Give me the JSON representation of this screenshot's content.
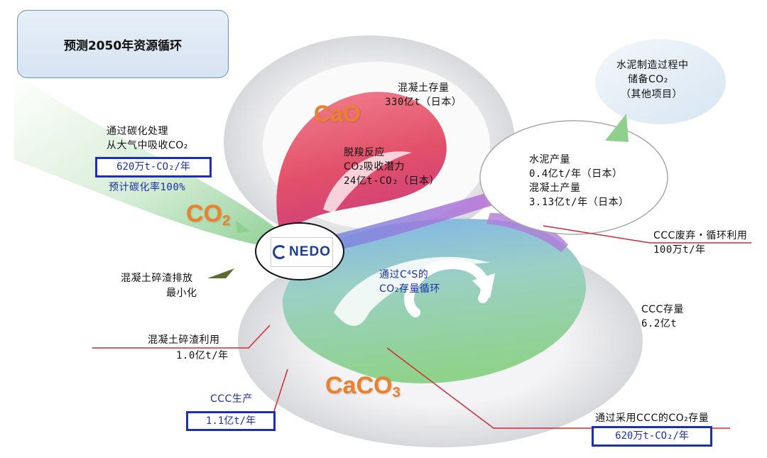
{
  "title": "预测2050年资源循环",
  "labels": {
    "cao": "CaO",
    "co2_big_main": "CO",
    "co2_big_sub": "2",
    "caco3_big_main": "CaCO",
    "caco3_big_sub": "3",
    "nedo": "NEDO"
  },
  "concrete_stock": {
    "line1": "混凝土存量",
    "line2": "330亿t（日本）"
  },
  "decarb": {
    "line1": "脱羧反应",
    "line2": "CO₂吸收潜力",
    "line3": "24亿t-CO₂（日本）"
  },
  "cement_storage": {
    "line1": "水泥制造过程中",
    "line2": "储备CO₂",
    "line3": "（其他项目）"
  },
  "production": {
    "line1": "水泥产量",
    "line2": "0.4亿t/年（日本）",
    "line3": "混凝土产量",
    "line4": "3.13亿t/年（日本）"
  },
  "carbonation": {
    "line1": "通过碳化处理",
    "line2": "从大气中吸收CO₂",
    "box": "620万t-CO₂/年",
    "rate": "预计碳化率100%"
  },
  "ccc_disposal": {
    "line1": "CCC废弃・循环利用",
    "line2": "100万t/年"
  },
  "debris_min": {
    "line1": "混凝土碎渣排放",
    "line2": "最小化"
  },
  "c4s_cycle": {
    "line1": "通过C⁴S的",
    "line2": "CO₂存量循环"
  },
  "ccc_stock": {
    "line1": "CCC存量",
    "line2": "6.2亿t"
  },
  "debris_use": {
    "line1": "混凝土碎渣利用",
    "line2": "1.0亿t/年"
  },
  "ccc_production": {
    "label": "CCC生产",
    "box": "1.1亿t/年"
  },
  "ccc_storage": {
    "label": "通过采用CCC的CO₂存量",
    "box": "620万t-CO₂/年"
  },
  "colors": {
    "orange": "#e8822e",
    "blue_box": "#1e2fb4",
    "red_line": "#cc2b36",
    "pink": "#e8566c",
    "green": "#8fd18f",
    "sky": "#7fb5e6"
  }
}
